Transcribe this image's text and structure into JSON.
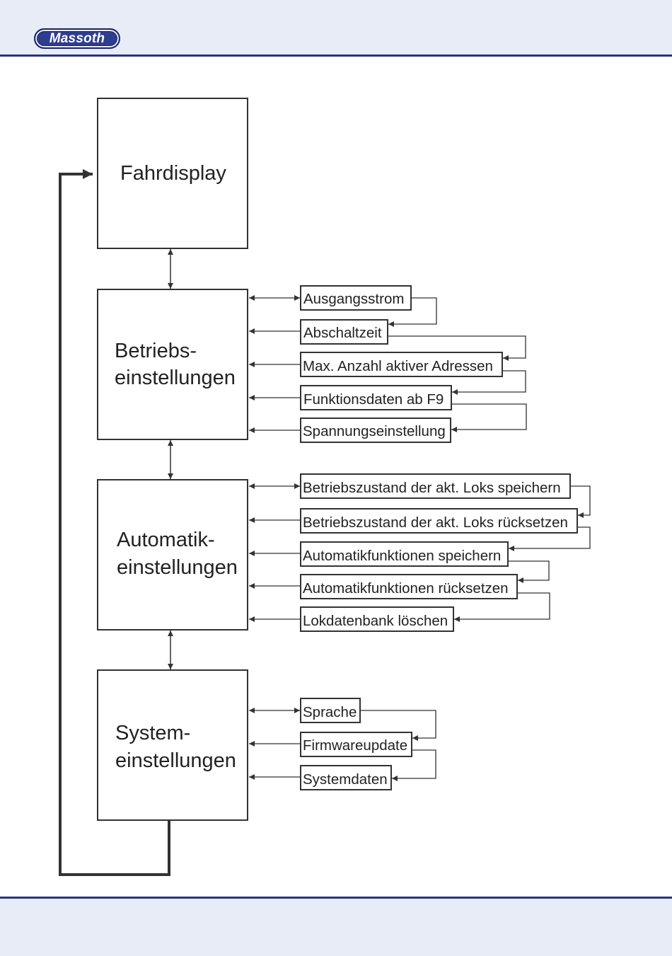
{
  "header": {
    "logo": "Massoth"
  },
  "colors": {
    "band": "#e8ecf6",
    "rule": "#27347e",
    "logo": "#2f3d8f",
    "line": "#333333"
  },
  "diagram": {
    "main_boxes": [
      {
        "lines": [
          "Fahrdisplay"
        ]
      },
      {
        "lines": [
          "Betriebs-",
          "einstellungen"
        ]
      },
      {
        "lines": [
          "Automatik-",
          "einstellungen"
        ]
      },
      {
        "lines": [
          "System-",
          "einstellungen"
        ]
      }
    ],
    "groups": [
      {
        "items": [
          "Ausgangsstrom",
          "Abschaltzeit",
          "Max. Anzahl aktiver Adressen",
          "Funktionsdaten ab F9",
          "Spannungseinstellung"
        ]
      },
      {
        "items": [
          "Betriebszustand der akt. Loks speichern",
          "Betriebszustand der akt. Loks rücksetzen",
          "Automatikfunktionen speichern",
          "Automatikfunktionen rücksetzen",
          "Lokdatenbank löschen"
        ]
      },
      {
        "items": [
          "Sprache",
          "Firmwareupdate",
          "Systemdaten"
        ]
      }
    ]
  }
}
